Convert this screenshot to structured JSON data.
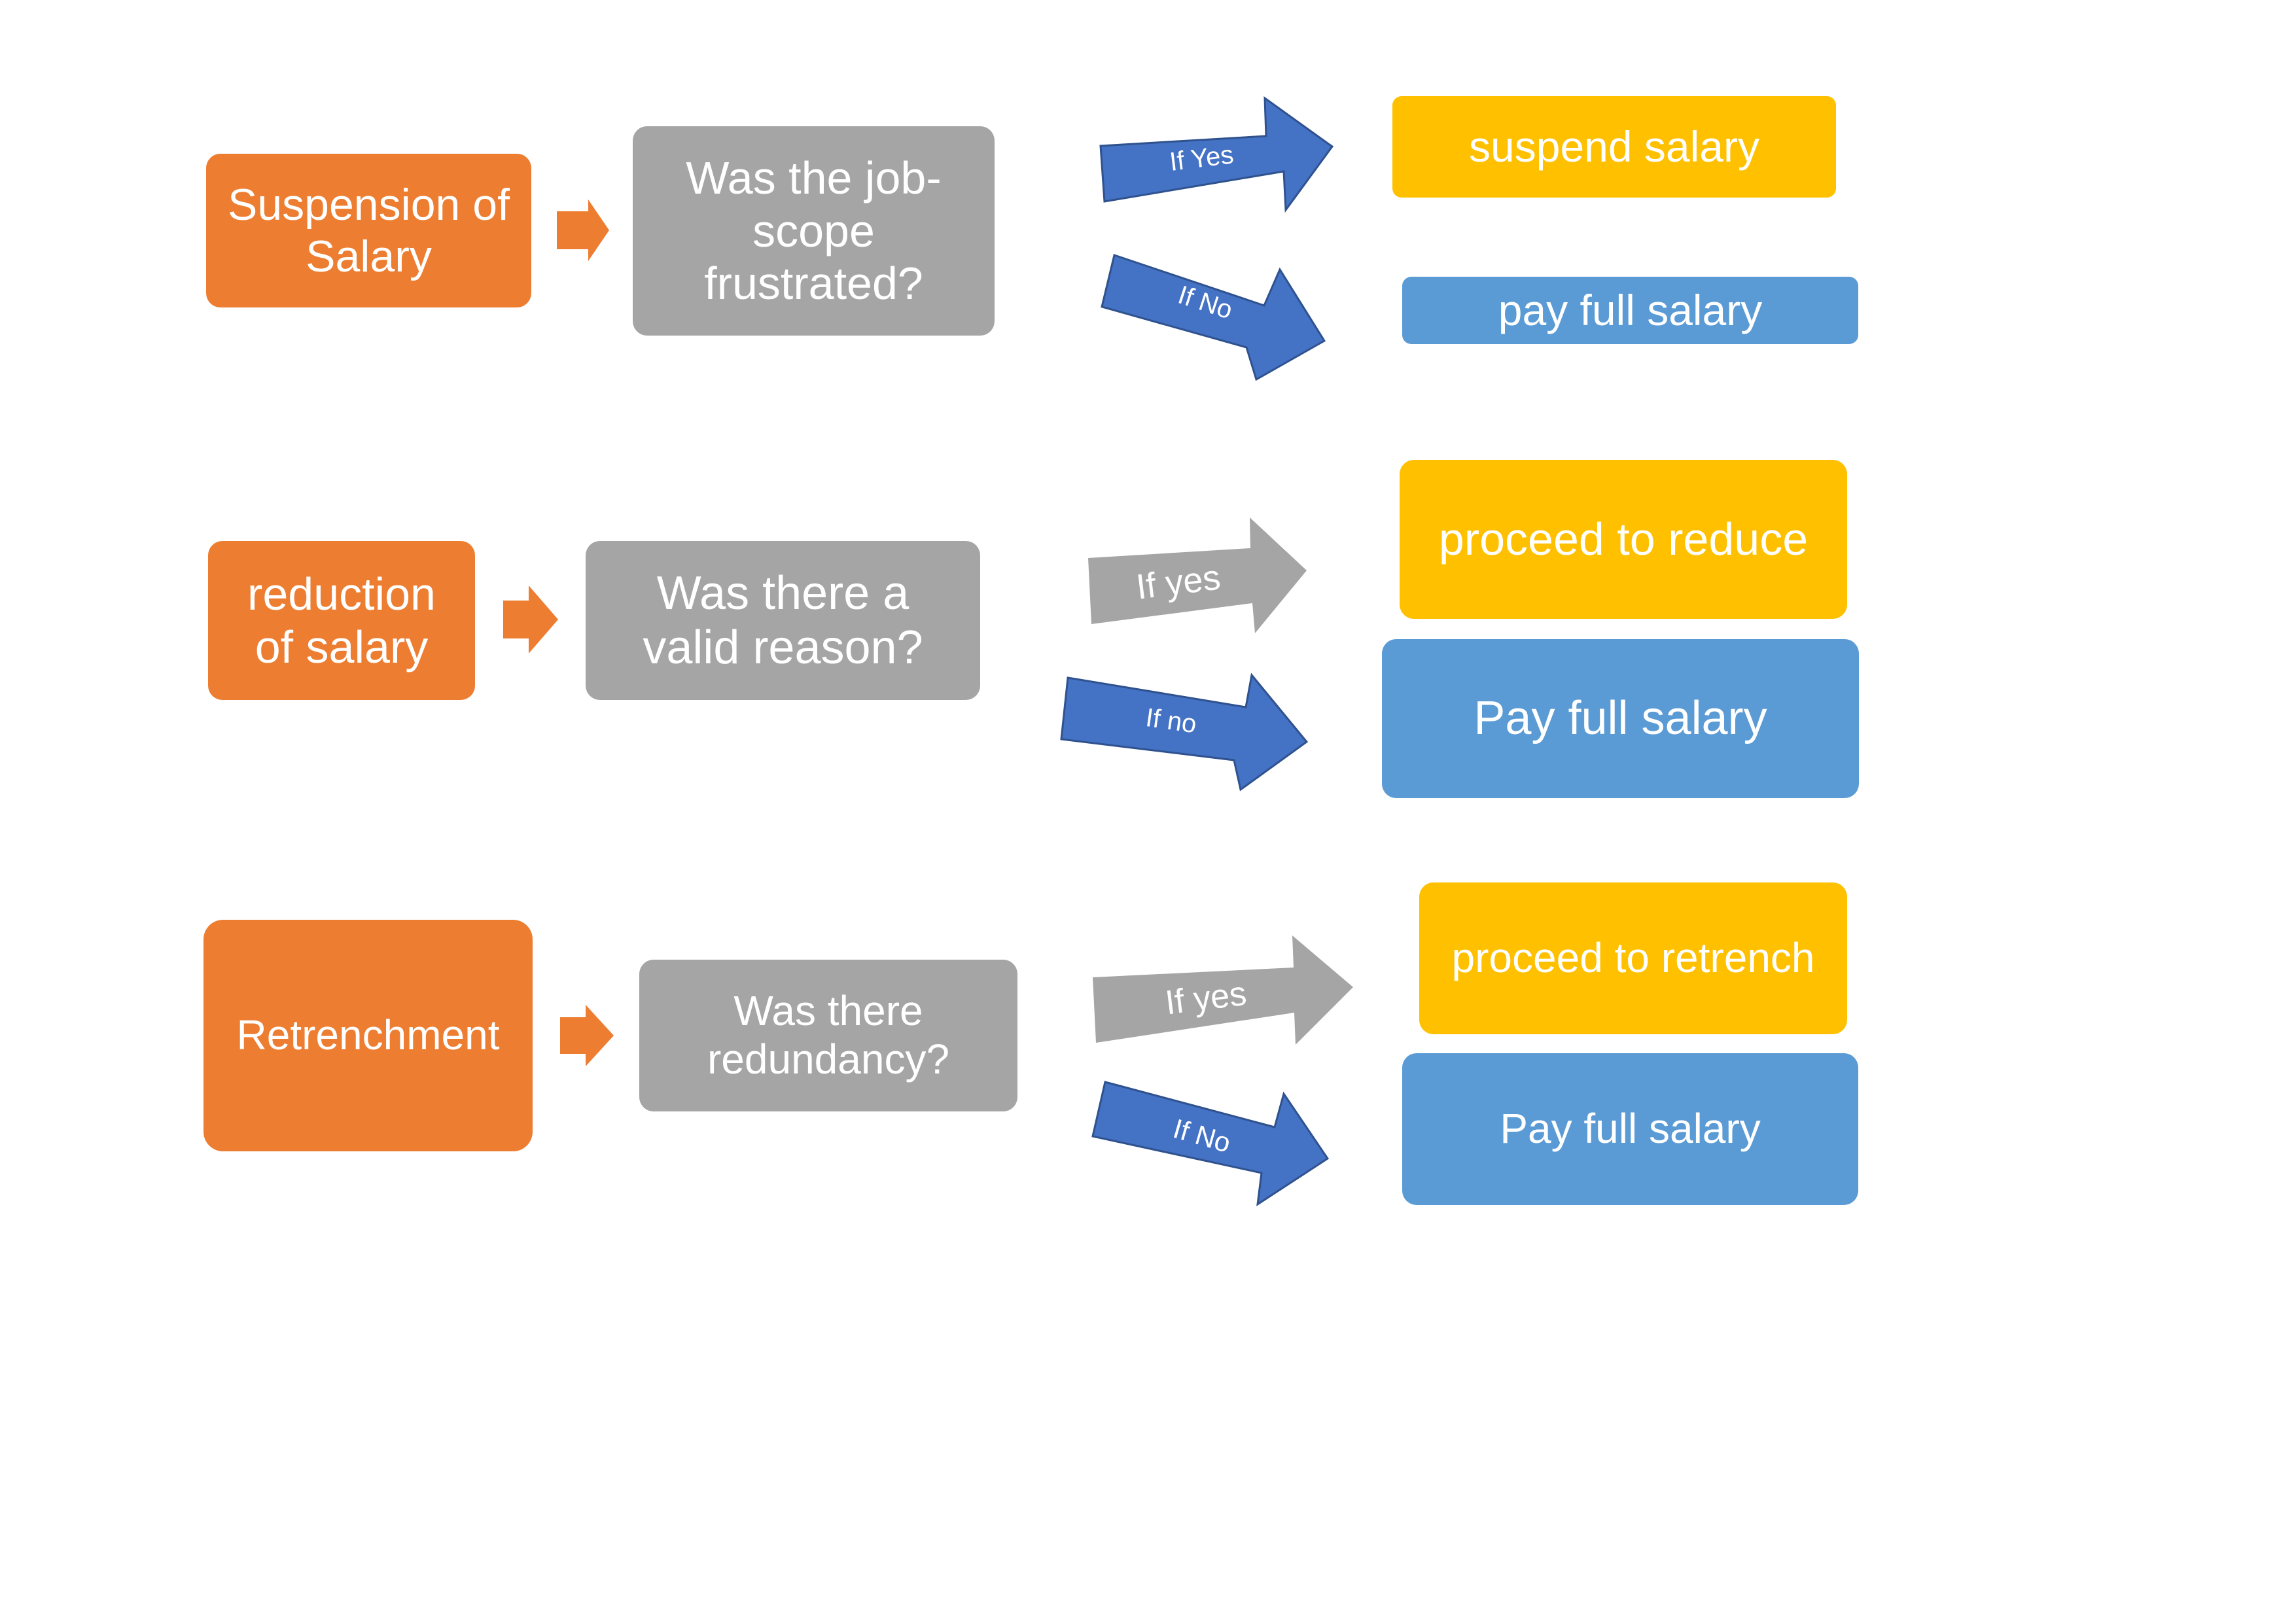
{
  "colors": {
    "topic": "#ED7D31",
    "question": "#A5A5A5",
    "yes_outcome": "#FFC000",
    "no_outcome": "#5B9BD5",
    "blue_arrow": "#4472C4",
    "blue_arrow_border": "#2F528F",
    "gray_arrow": "#A5A5A5"
  },
  "flows": [
    {
      "topic": "Suspension of Salary",
      "question": "Was the job-scope frustrated?",
      "yes_label": "If Yes",
      "no_label": "If No",
      "yes_outcome": "suspend salary",
      "no_outcome": "pay full salary"
    },
    {
      "topic": "reduction of salary",
      "question": "Was there a valid reason?",
      "yes_label": "If yes",
      "no_label": "If no",
      "yes_outcome": "proceed to reduce",
      "no_outcome": "Pay full salary"
    },
    {
      "topic": "Retrenchment",
      "question": "Was there redundancy?",
      "yes_label": "If yes",
      "no_label": "If No",
      "yes_outcome": "proceed to retrench",
      "no_outcome": "Pay full salary"
    }
  ]
}
